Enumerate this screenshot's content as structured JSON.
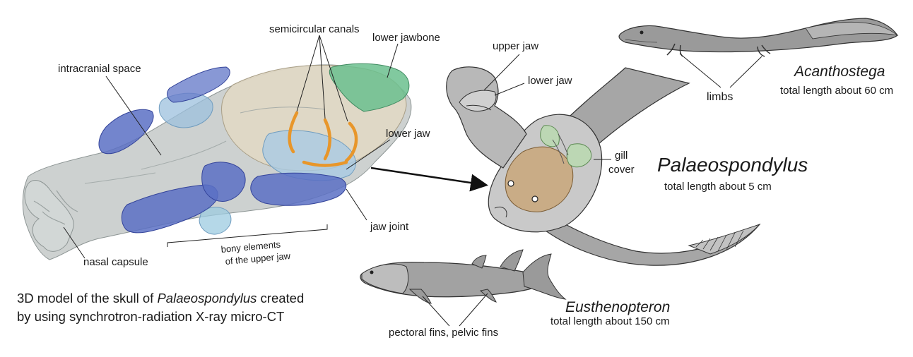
{
  "skull_labels": {
    "semicircular_canals": "semicircular canals",
    "lower_jawbone": "lower jawbone",
    "intracranial_space": "intracranial space",
    "lower_jaw": "lower jaw",
    "jaw_joint": "jaw joint",
    "nasal_capsule": "nasal capsule",
    "bony_elements_line1": "bony elements",
    "bony_elements_line2": "of the upper jaw"
  },
  "caption": {
    "part1": "3D model of the skull of ",
    "species": "Palaeospondylus",
    "part2": " created",
    "line2": "by using synchrotron-radiation X-ray micro-CT"
  },
  "palaeo_labels": {
    "upper_jaw": "upper jaw",
    "lower_jaw": "lower jaw",
    "gill": "gill",
    "cover": "cover"
  },
  "species": {
    "acanthostega": {
      "name": "Acanthostega",
      "length": "total length about 60 cm",
      "limbs_label": "limbs"
    },
    "palaeospondylus": {
      "name": "Palaeospondylus",
      "length": "total length about 5 cm"
    },
    "eusthenopteron": {
      "name": "Eusthenopteron",
      "length": "total length about 150 cm",
      "fins_label": "pectoral fins, pelvic fins"
    }
  },
  "colors": {
    "blue_bone": "#5b70c4",
    "light_blue": "#9cc0de",
    "green_jaw": "#6bbf8e",
    "orange_canal": "#e8962a",
    "gray_skull": "#b8bcbc",
    "animal_gray": "#9a9a9a",
    "tan_skull": "#c9a77a"
  }
}
